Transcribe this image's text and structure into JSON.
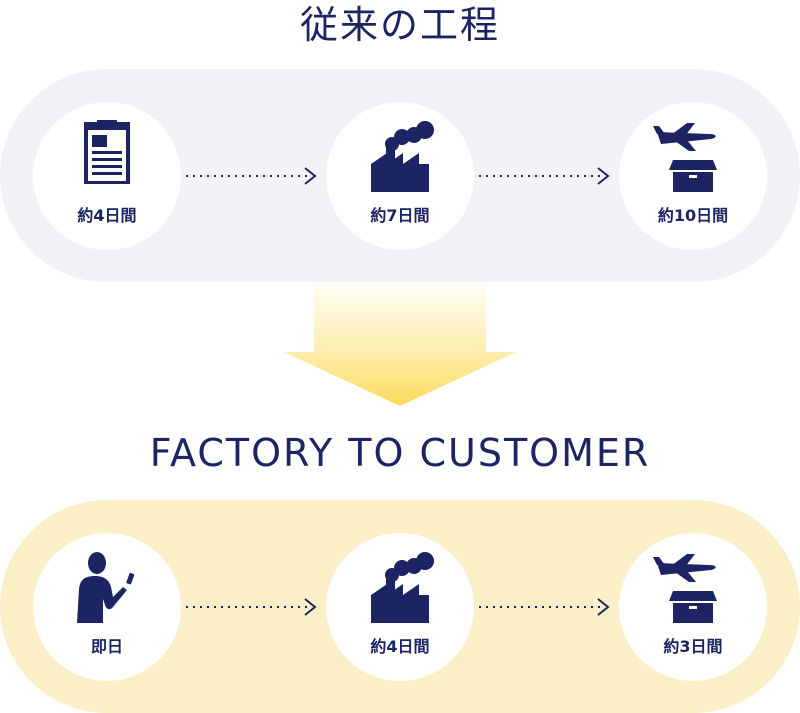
{
  "title_top": "従来の工程",
  "title_bottom": "FACTORY TO CUSTOMER",
  "colors": {
    "navy": "#1d2463",
    "top_band": "#f1f2f6",
    "bottom_band": "#fbefc7",
    "arrow_gold": "#fcdf6f"
  },
  "traditional": {
    "steps": [
      {
        "icon": "clipboard-icon",
        "label": "約4日間"
      },
      {
        "icon": "factory-icon",
        "label": "約7日間"
      },
      {
        "icon": "airplane-box-icon",
        "label": "約10日間"
      }
    ]
  },
  "factory_to_customer": {
    "steps": [
      {
        "icon": "person-phone-icon",
        "label": "即日"
      },
      {
        "icon": "factory-icon",
        "label": "約4日間"
      },
      {
        "icon": "airplane-box-icon",
        "label": "約3日間"
      }
    ]
  }
}
